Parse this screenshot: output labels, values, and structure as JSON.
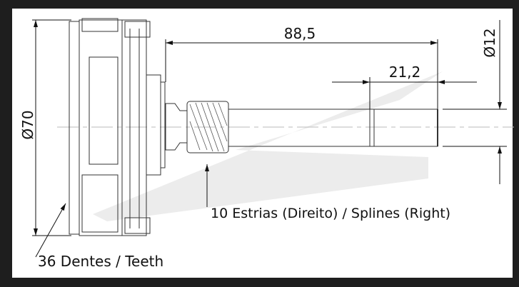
{
  "drawing": {
    "dimensions": {
      "overall_diameter": "Ø70",
      "shaft_length": "88,5",
      "spline_length": "21,2",
      "shaft_diameter": "Ø12"
    },
    "annotations": {
      "splines": "10 Estrias (Direito) / Splines (Right)",
      "teeth": "36 Dentes / Teeth"
    },
    "colors": {
      "background": "#1e1e1e",
      "paper": "#ffffff",
      "line": "#222222",
      "watermark": "#e6e6e6"
    }
  }
}
